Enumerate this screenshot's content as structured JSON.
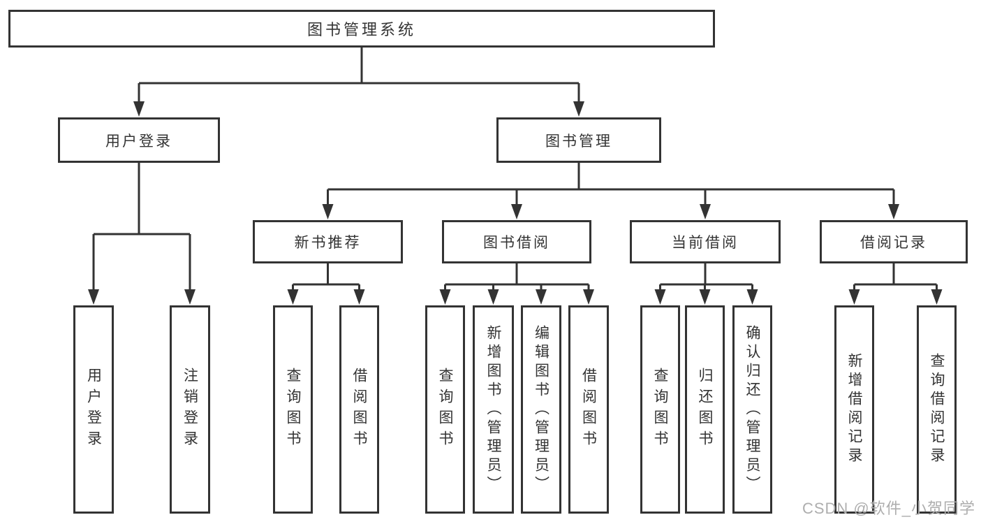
{
  "diagram": {
    "background": "#ffffff",
    "line_color": "#333333",
    "text_color": "#333333",
    "watermark": {
      "text": "CSDN @软件_小贺同学",
      "color": "#aeaeae"
    },
    "tree": {
      "label": "图书管理系统",
      "children": [
        {
          "label": "用户登录",
          "children": [
            {
              "label": "用户登录"
            },
            {
              "label": "注销登录"
            }
          ]
        },
        {
          "label": "图书管理",
          "children": [
            {
              "label": "新书推荐",
              "children": [
                {
                  "label": "查询图书"
                },
                {
                  "label": "借阅图书"
                }
              ]
            },
            {
              "label": "图书借阅",
              "children": [
                {
                  "label": "查询图书"
                },
                {
                  "label": "新增图书（管理员）"
                },
                {
                  "label": "编辑图书（管理员）"
                },
                {
                  "label": "借阅图书"
                }
              ]
            },
            {
              "label": "当前借阅",
              "children": [
                {
                  "label": "查询图书"
                },
                {
                  "label": "归还图书"
                },
                {
                  "label": "确认归还（管理员）"
                }
              ]
            },
            {
              "label": "借阅记录",
              "children": [
                {
                  "label": "新增借阅记录"
                },
                {
                  "label": "查询借阅记录"
                }
              ]
            }
          ]
        }
      ]
    }
  }
}
